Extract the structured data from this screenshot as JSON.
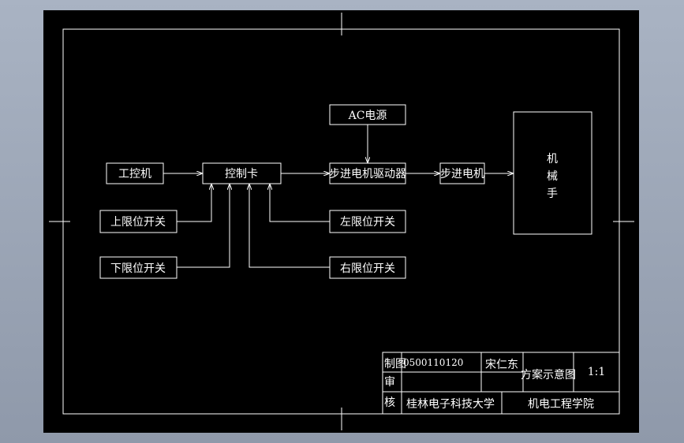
{
  "diagram": {
    "boxes": {
      "ac_power": "AC电源",
      "ipc": "工控机",
      "control_card": "控制卡",
      "stepper_driver": "步进电机驱动器",
      "stepper_motor": "步进电机",
      "manipulator_1": "机",
      "manipulator_2": "械",
      "manipulator_3": "手",
      "upper_limit": "上限位开关",
      "lower_limit": "下限位开关",
      "left_limit": "左限位开关",
      "right_limit": "右限位开关"
    }
  },
  "title_block": {
    "drawn_by_label": "制图",
    "review_label_1": "审",
    "review_label_2": "核",
    "student_id": "0500110120",
    "author": "宋仁东",
    "drawing_title": "方案示意图",
    "scale": "1:1",
    "university": "桂林电子科技大学",
    "college": "机电工程学院"
  },
  "colors": {
    "frame_bg": "#000000",
    "line": "#ffffff",
    "chrome_bg": "#a9b3c3"
  }
}
